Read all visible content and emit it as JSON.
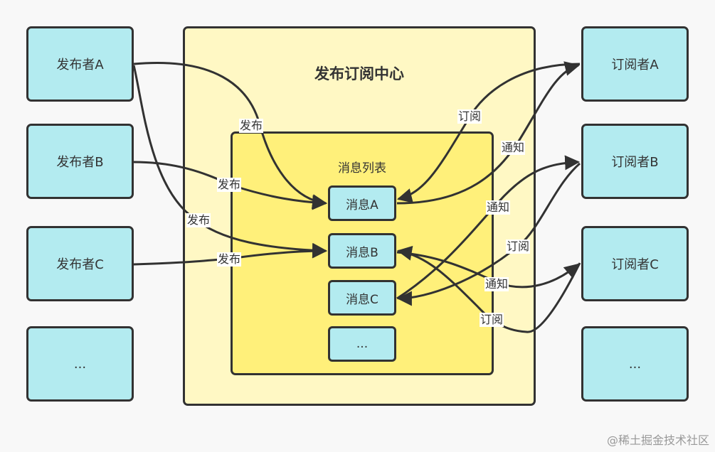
{
  "center": {
    "title": "发布订阅中心"
  },
  "message_list": {
    "title": "消息列表",
    "messages": [
      "消息A",
      "消息B",
      "消息C",
      "..."
    ]
  },
  "publishers": [
    "发布者A",
    "发布者B",
    "发布者C",
    "..."
  ],
  "subscribers": [
    "订阅者A",
    "订阅者B",
    "订阅者C",
    "..."
  ],
  "edge_labels": {
    "publish": "发布",
    "subscribe": "订阅",
    "notify": "通知"
  },
  "edges": [
    {
      "from": "发布者A",
      "to": "消息A",
      "label": "发布"
    },
    {
      "from": "发布者A",
      "to": "消息B",
      "label": "发布"
    },
    {
      "from": "发布者B",
      "to": "消息A",
      "label": "发布"
    },
    {
      "from": "发布者C",
      "to": "消息B",
      "label": "发布"
    },
    {
      "from": "订阅者A",
      "to": "消息A",
      "label": "订阅"
    },
    {
      "from": "消息A",
      "to": "订阅者A",
      "label": "通知"
    },
    {
      "from": "订阅者B",
      "to": "消息C",
      "label": "订阅"
    },
    {
      "from": "消息C",
      "to": "订阅者B",
      "label": "通知"
    },
    {
      "from": "订阅者C",
      "to": "消息B",
      "label": "订阅"
    },
    {
      "from": "消息B",
      "to": "订阅者C",
      "label": "通知"
    }
  ],
  "colors": {
    "node_fill": "#b3ebf0",
    "center_fill": "#fff8c4",
    "list_fill": "#fff07a",
    "stroke": "#323232"
  },
  "watermark": "@稀土掘金技术社区"
}
